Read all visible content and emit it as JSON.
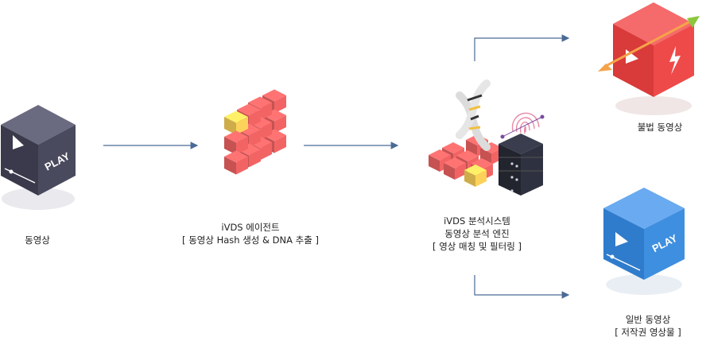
{
  "nodes": {
    "video_input": {
      "label": "동영상",
      "cube_text": "PLAY"
    },
    "agent": {
      "line1": "iVDS 에이전트",
      "line2": "[ 동영상 Hash 생성 & DNA 추출 ]"
    },
    "engine": {
      "line1": "iVDS 분석시스템",
      "line2": "동영상 분석 엔진",
      "line3": "[ 영상 매칭 및 필터링 ]"
    },
    "illegal": {
      "label": "불법 동영상"
    },
    "normal": {
      "line1": "일반 동영상",
      "line2": "[ 저작권 영상물 ]",
      "cube_text": "PLAY"
    }
  },
  "colors": {
    "dark_cube": "#4a4a5e",
    "red_cube": "#ef4a4a",
    "blue_cube": "#3e8fe0",
    "block_red": "#f26464",
    "block_yellow": "#fcd25a",
    "arrow": "#4a6a96"
  }
}
